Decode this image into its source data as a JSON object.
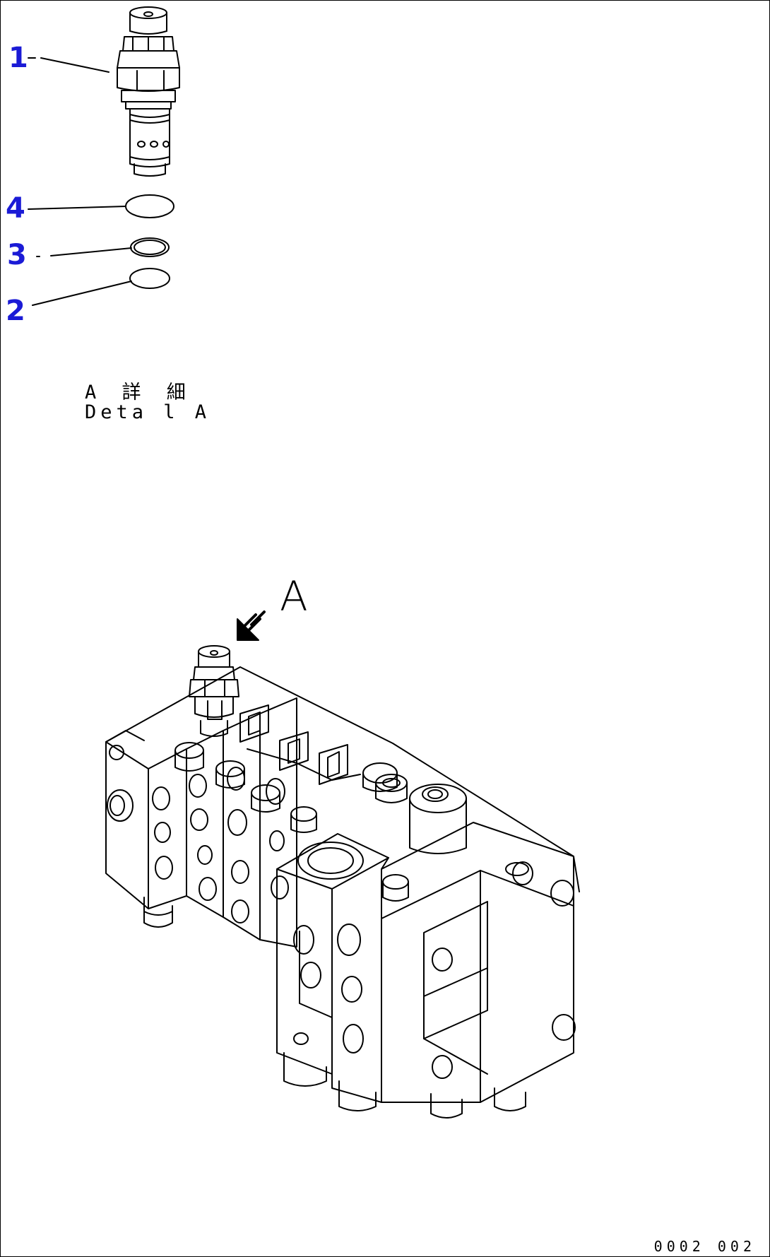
{
  "callouts": [
    {
      "id": "1",
      "label": "1"
    },
    {
      "id": "4",
      "label": "4"
    },
    {
      "id": "3",
      "label": "3"
    },
    {
      "id": "2",
      "label": "2"
    }
  ],
  "detail": {
    "title_jp": "A 詳 細",
    "title_en": "Deta l A"
  },
  "view_label": "A",
  "drawing_number": "0002 002",
  "colors": {
    "callout": "#1b1bd6",
    "line": "#000000",
    "background": "#ffffff"
  }
}
